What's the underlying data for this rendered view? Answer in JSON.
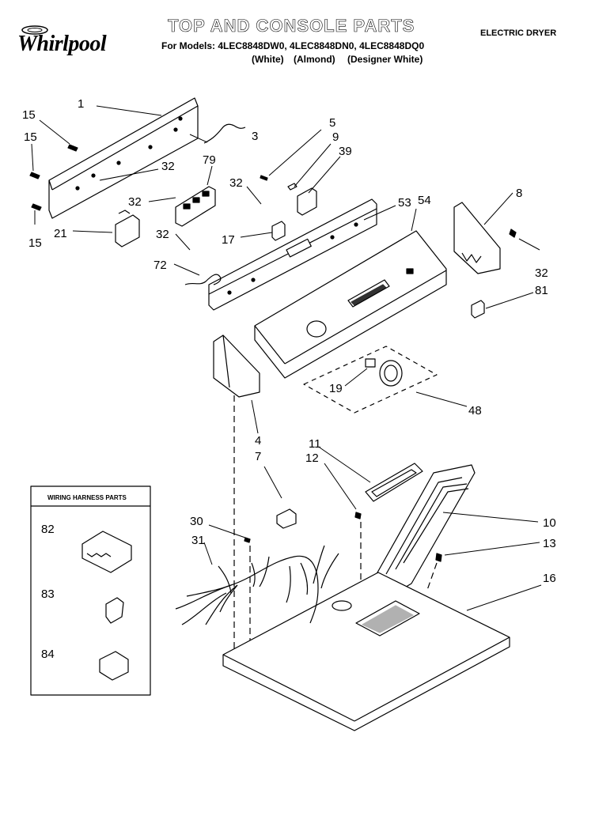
{
  "header": {
    "brand": "Whirlpool",
    "title": "TOP AND CONSOLE PARTS",
    "models_line": "For Models: 4LEC8848DW0, 4LEC8848DN0, 4LEC8848DQ0",
    "colors": [
      "(White)",
      "(Almond)",
      "(Designer White)"
    ],
    "product_type": "ELECTRIC DRYER"
  },
  "inset": {
    "title": "WIRING HARNESS PARTS",
    "labels": [
      "82",
      "83",
      "84"
    ]
  },
  "callouts": {
    "c1": "1",
    "c15a": "15",
    "c15b": "15",
    "c15c": "15",
    "c3": "3",
    "c5": "5",
    "c9": "9",
    "c39": "39",
    "c32a": "32",
    "c79": "79",
    "c32b": "32",
    "c32c": "32",
    "c53": "53",
    "c54": "54",
    "c8": "8",
    "c21": "21",
    "c32d": "32",
    "c17": "17",
    "c32e": "32",
    "c72": "72",
    "c81": "81",
    "c19": "19",
    "c48": "48",
    "c4": "4",
    "c7": "7",
    "c11": "11",
    "c12": "12",
    "c30": "30",
    "c31": "31",
    "c10": "10",
    "c13": "13",
    "c16": "16"
  }
}
